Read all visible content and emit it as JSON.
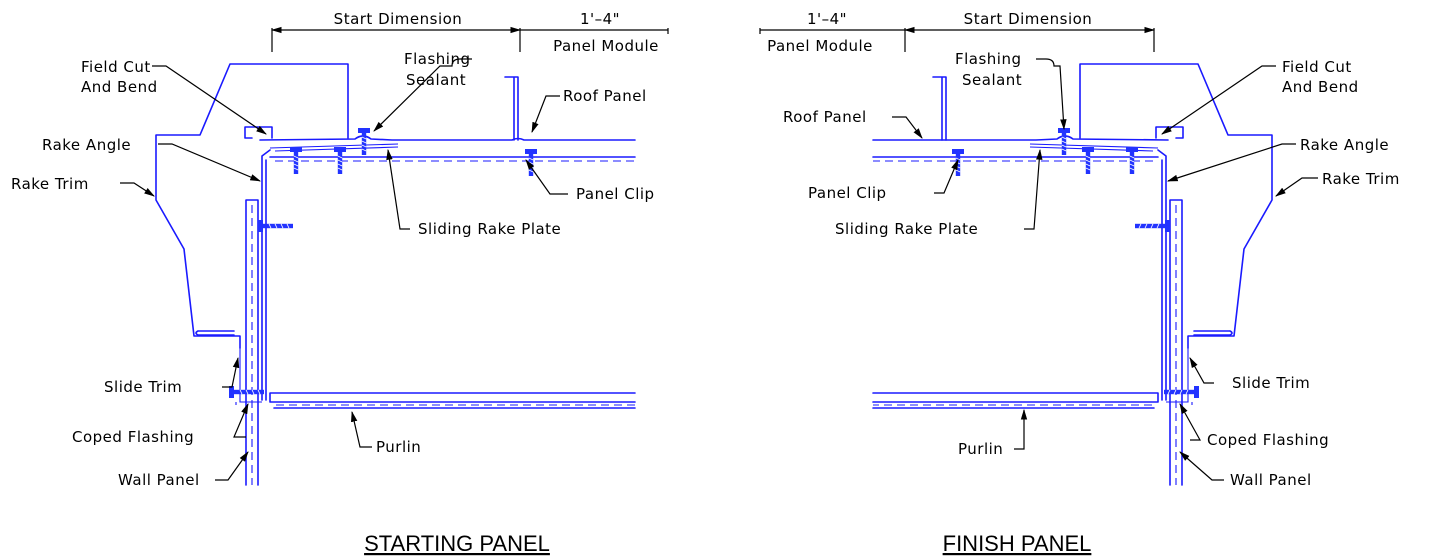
{
  "colors": {
    "geometry": "#1a1aff",
    "annotation": "#000000",
    "background": "#ffffff"
  },
  "start": {
    "title": "STARTING PANEL",
    "dim_start": "Start Dimension",
    "dim_module_value": "1'–4\"",
    "dim_module_label": "Panel Module",
    "field_cut_1": "Field Cut",
    "field_cut_2": "And Bend",
    "flashing_1": "Flashing",
    "flashing_2": "Sealant",
    "roof_panel": "Roof Panel",
    "rake_angle": "Rake Angle",
    "rake_trim": "Rake Trim",
    "panel_clip": "Panel Clip",
    "sliding_rake_plate": "Sliding Rake Plate",
    "slide_trim": "Slide Trim",
    "coped_flashing": "Coped Flashing",
    "wall_panel": "Wall Panel",
    "purlin": "Purlin"
  },
  "finish": {
    "title": "FINISH PANEL",
    "dim_start": "Start Dimension",
    "dim_module_value": "1'–4\"",
    "dim_module_label": "Panel Module",
    "field_cut_1": "Field Cut",
    "field_cut_2": "And Bend",
    "flashing_1": "Flashing",
    "flashing_2": "Sealant",
    "roof_panel": "Roof Panel",
    "rake_angle": "Rake Angle",
    "rake_trim": "Rake Trim",
    "panel_clip": "Panel Clip",
    "sliding_rake_plate": "Sliding Rake Plate",
    "slide_trim": "Slide Trim",
    "coped_flashing": "Coped Flashing",
    "wall_panel": "Wall Panel",
    "purlin": "Purlin"
  }
}
